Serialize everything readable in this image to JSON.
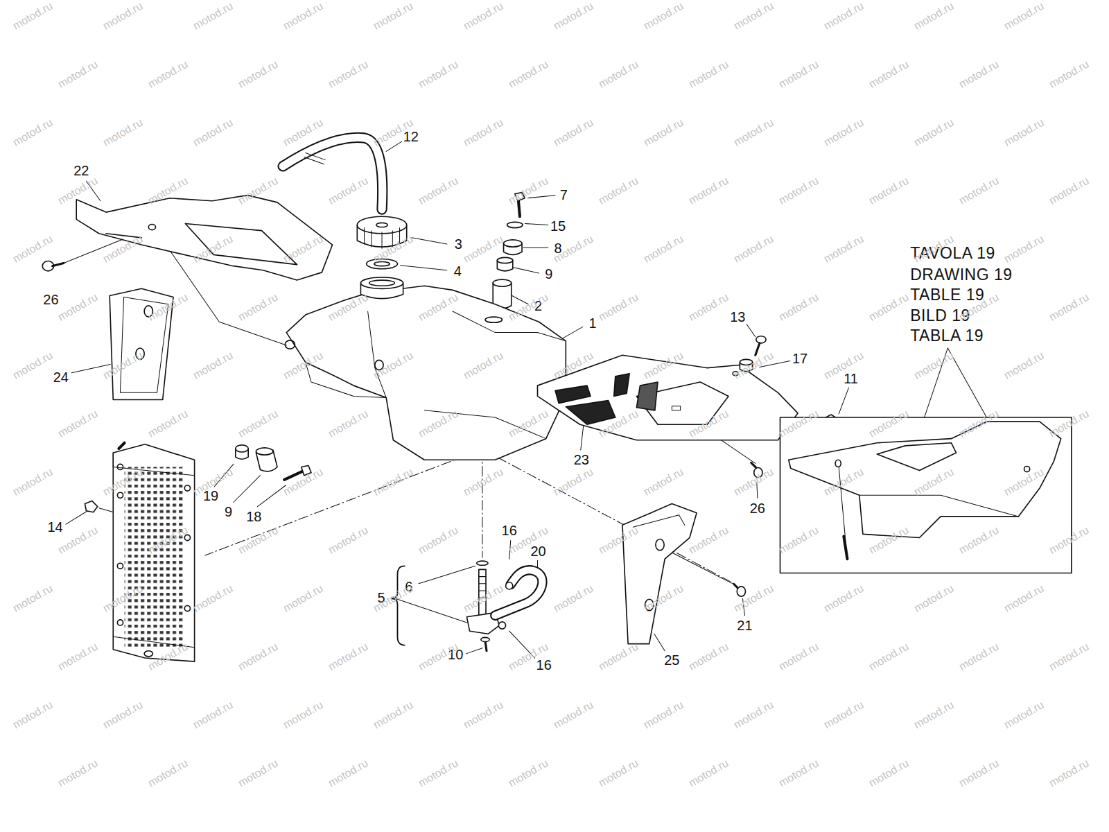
{
  "diagram": {
    "labels": [
      "12",
      "22",
      "7",
      "15",
      "3",
      "8",
      "4",
      "9",
      "26",
      "2",
      "1",
      "13",
      "17",
      "24",
      "11",
      "23",
      "19",
      "26",
      "9",
      "18",
      "14",
      "16",
      "20",
      "6",
      "5",
      "21",
      "10",
      "25",
      "16",
      "TAVOLA 19",
      "DRAWING 19",
      "TABLE 19",
      "BILD 19",
      "TABLA 19",
      "motod.ru",
      "motod.ru",
      "motod.ru",
      "motod.ru",
      "motod.ru",
      "motod.ru",
      "motod.ru",
      "motod.ru",
      "motod.ru",
      "motod.ru",
      "motod.ru",
      "motod.ru",
      "motod.ru",
      "motod.ru",
      "motod.ru",
      "motod.ru",
      "motod.ru",
      "motod.ru",
      "motod.ru",
      "motod.ru",
      "motod.ru",
      "motod.ru",
      "motod.ru",
      "motod.ru",
      "motod.ru",
      "motod.ru",
      "motod.ru",
      "motod.ru",
      "motod.ru",
      "motod.ru",
      "motod.ru",
      "motod.ru",
      "motod.ru",
      "motod.ru",
      "motod.ru",
      "motod.ru",
      "motod.ru",
      "motod.ru",
      "motod.ru",
      "motod.ru",
      "motod.ru",
      "motod.ru",
      "motod.ru",
      "motod.ru",
      "motod.ru",
      "motod.ru",
      "motod.ru",
      "motod.ru",
      "motod.ru",
      "motod.ru",
      "motod.ru",
      "motod.ru",
      "motod.ru",
      "motod.ru",
      "motod.ru",
      "motod.ru",
      "motod.ru",
      "motod.ru",
      "motod.ru",
      "motod.ru",
      "motod.ru",
      "motod.ru",
      "motod.ru",
      "motod.ru",
      "motod.ru",
      "motod.ru",
      "motod.ru",
      "motod.ru",
      "motod.ru",
      "motod.ru",
      "motod.ru",
      "motod.ru",
      "motod.ru",
      "motod.ru",
      "motod.ru",
      "motod.ru",
      "motod.ru",
      "motod.ru",
      "motod.ru",
      "motod.ru",
      "motod.ru",
      "motod.ru",
      "motod.ru",
      "motod.ru",
      "motod.ru",
      "motod.ru",
      "motod.ru",
      "motod.ru",
      "motod.ru",
      "motod.ru",
      "motod.ru",
      "motod.ru",
      "motod.ru",
      "motod.ru",
      "motod.ru",
      "motod.ru",
      "motod.ru",
      "motod.ru",
      "motod.ru",
      "motod.ru",
      "motod.ru",
      "motod.ru",
      "motod.ru",
      "motod.ru",
      "motod.ru",
      "motod.ru",
      "motod.ru",
      "motod.ru",
      "motod.ru",
      "motod.ru",
      "motod.ru",
      "motod.ru",
      "motod.ru",
      "motod.ru",
      "motod.ru",
      "motod.ru",
      "motod.ru",
      "motod.ru",
      "motod.ru",
      "motod.ru",
      "motod.ru",
      "motod.ru",
      "motod.ru",
      "motod.ru",
      "motod.ru",
      "motod.ru",
      "motod.ru",
      "motod.ru",
      "motod.ru",
      "motod.ru",
      "motod.ru",
      "motod.ru",
      "motod.ru",
      "motod.ru",
      "motod.ru",
      "motod.ru",
      "motod.ru",
      "motod.ru",
      "motod.ru",
      "motod.ru",
      "motod.ru",
      "motod.ru",
      "motod.ru",
      "motod.ru",
      "motod.ru",
      "motod.ru",
      "motod.ru",
      "motod.ru",
      "motod.ru",
      "motod.ru",
      "motod.ru",
      "motod.ru",
      "motod.ru",
      "motod.ru",
      "motod.ru",
      "motod.ru",
      "motod.ru",
      "motod.ru",
      "motod.ru",
      "motod.ru",
      "motod.ru",
      "motod.ru",
      "motod.ru",
      "motod.ru",
      "motod.ru",
      "motod.ru",
      "motod.ru",
      "motod.ru"
    ]
  }
}
